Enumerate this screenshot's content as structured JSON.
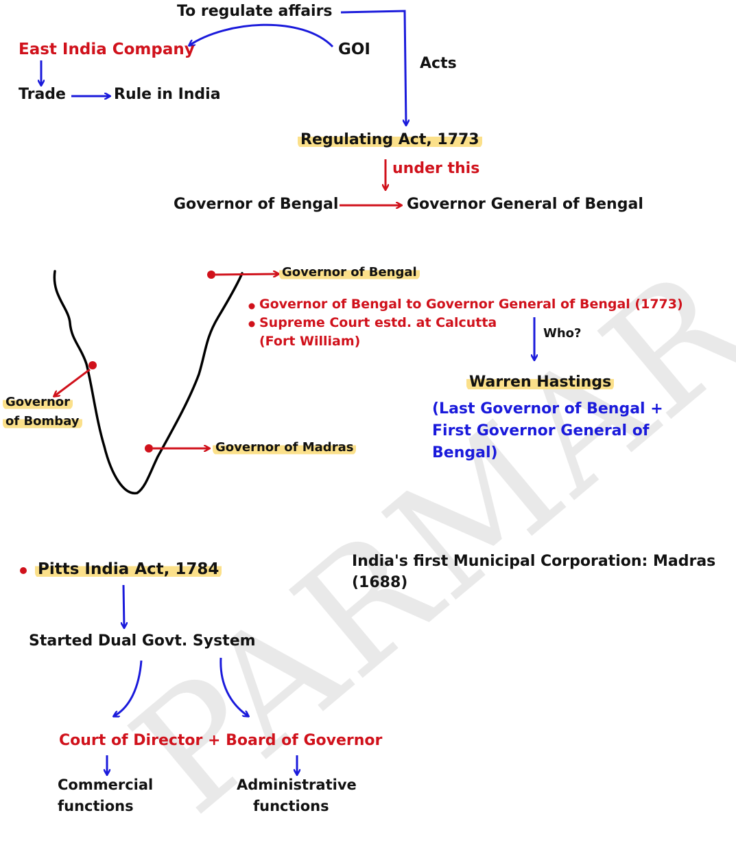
{
  "watermark": "PARMAR SSC",
  "top": {
    "regulate": "To regulate affairs",
    "eic": "East India Company",
    "goi": "GOI",
    "acts": "Acts",
    "trade": "Trade",
    "rule": "Rule in India",
    "regulating_act": "Regulating Act, 1773",
    "under_this": "under this",
    "gov_bengal": "Governor of Bengal",
    "gg_bengal": "Governor General of Bengal"
  },
  "map": {
    "gov_bengal": "Governor of Bengal",
    "gov_bombay_1": "Governor",
    "gov_bombay_2": "of Bombay",
    "gov_madras": "Governor of Madras",
    "bullet1": "Governor of Bengal to Governor General of Bengal (1773)",
    "bullet2a": "Supreme Court estd. at Calcutta",
    "bullet2b": "(Fort William)",
    "who": "Who?",
    "warren": "Warren Hastings",
    "desc1": "(Last Governor of Bengal +",
    "desc2": "First Governor General of",
    "desc3": "Bengal)"
  },
  "bottom": {
    "pitts": "Pitts India Act, 1784",
    "municipal1": "India's first Municipal Corporation: Madras",
    "municipal2": "(1688)",
    "dual": "Started Dual Govt. System",
    "court": "Court of Director + Board of Governor",
    "commercial1": "Commercial",
    "commercial2": "functions",
    "admin1": "Administrative",
    "admin2": "functions"
  },
  "colors": {
    "red": "#d0111b",
    "blue": "#1a1adb",
    "black": "#111111",
    "highlight": "#fbe08a"
  }
}
